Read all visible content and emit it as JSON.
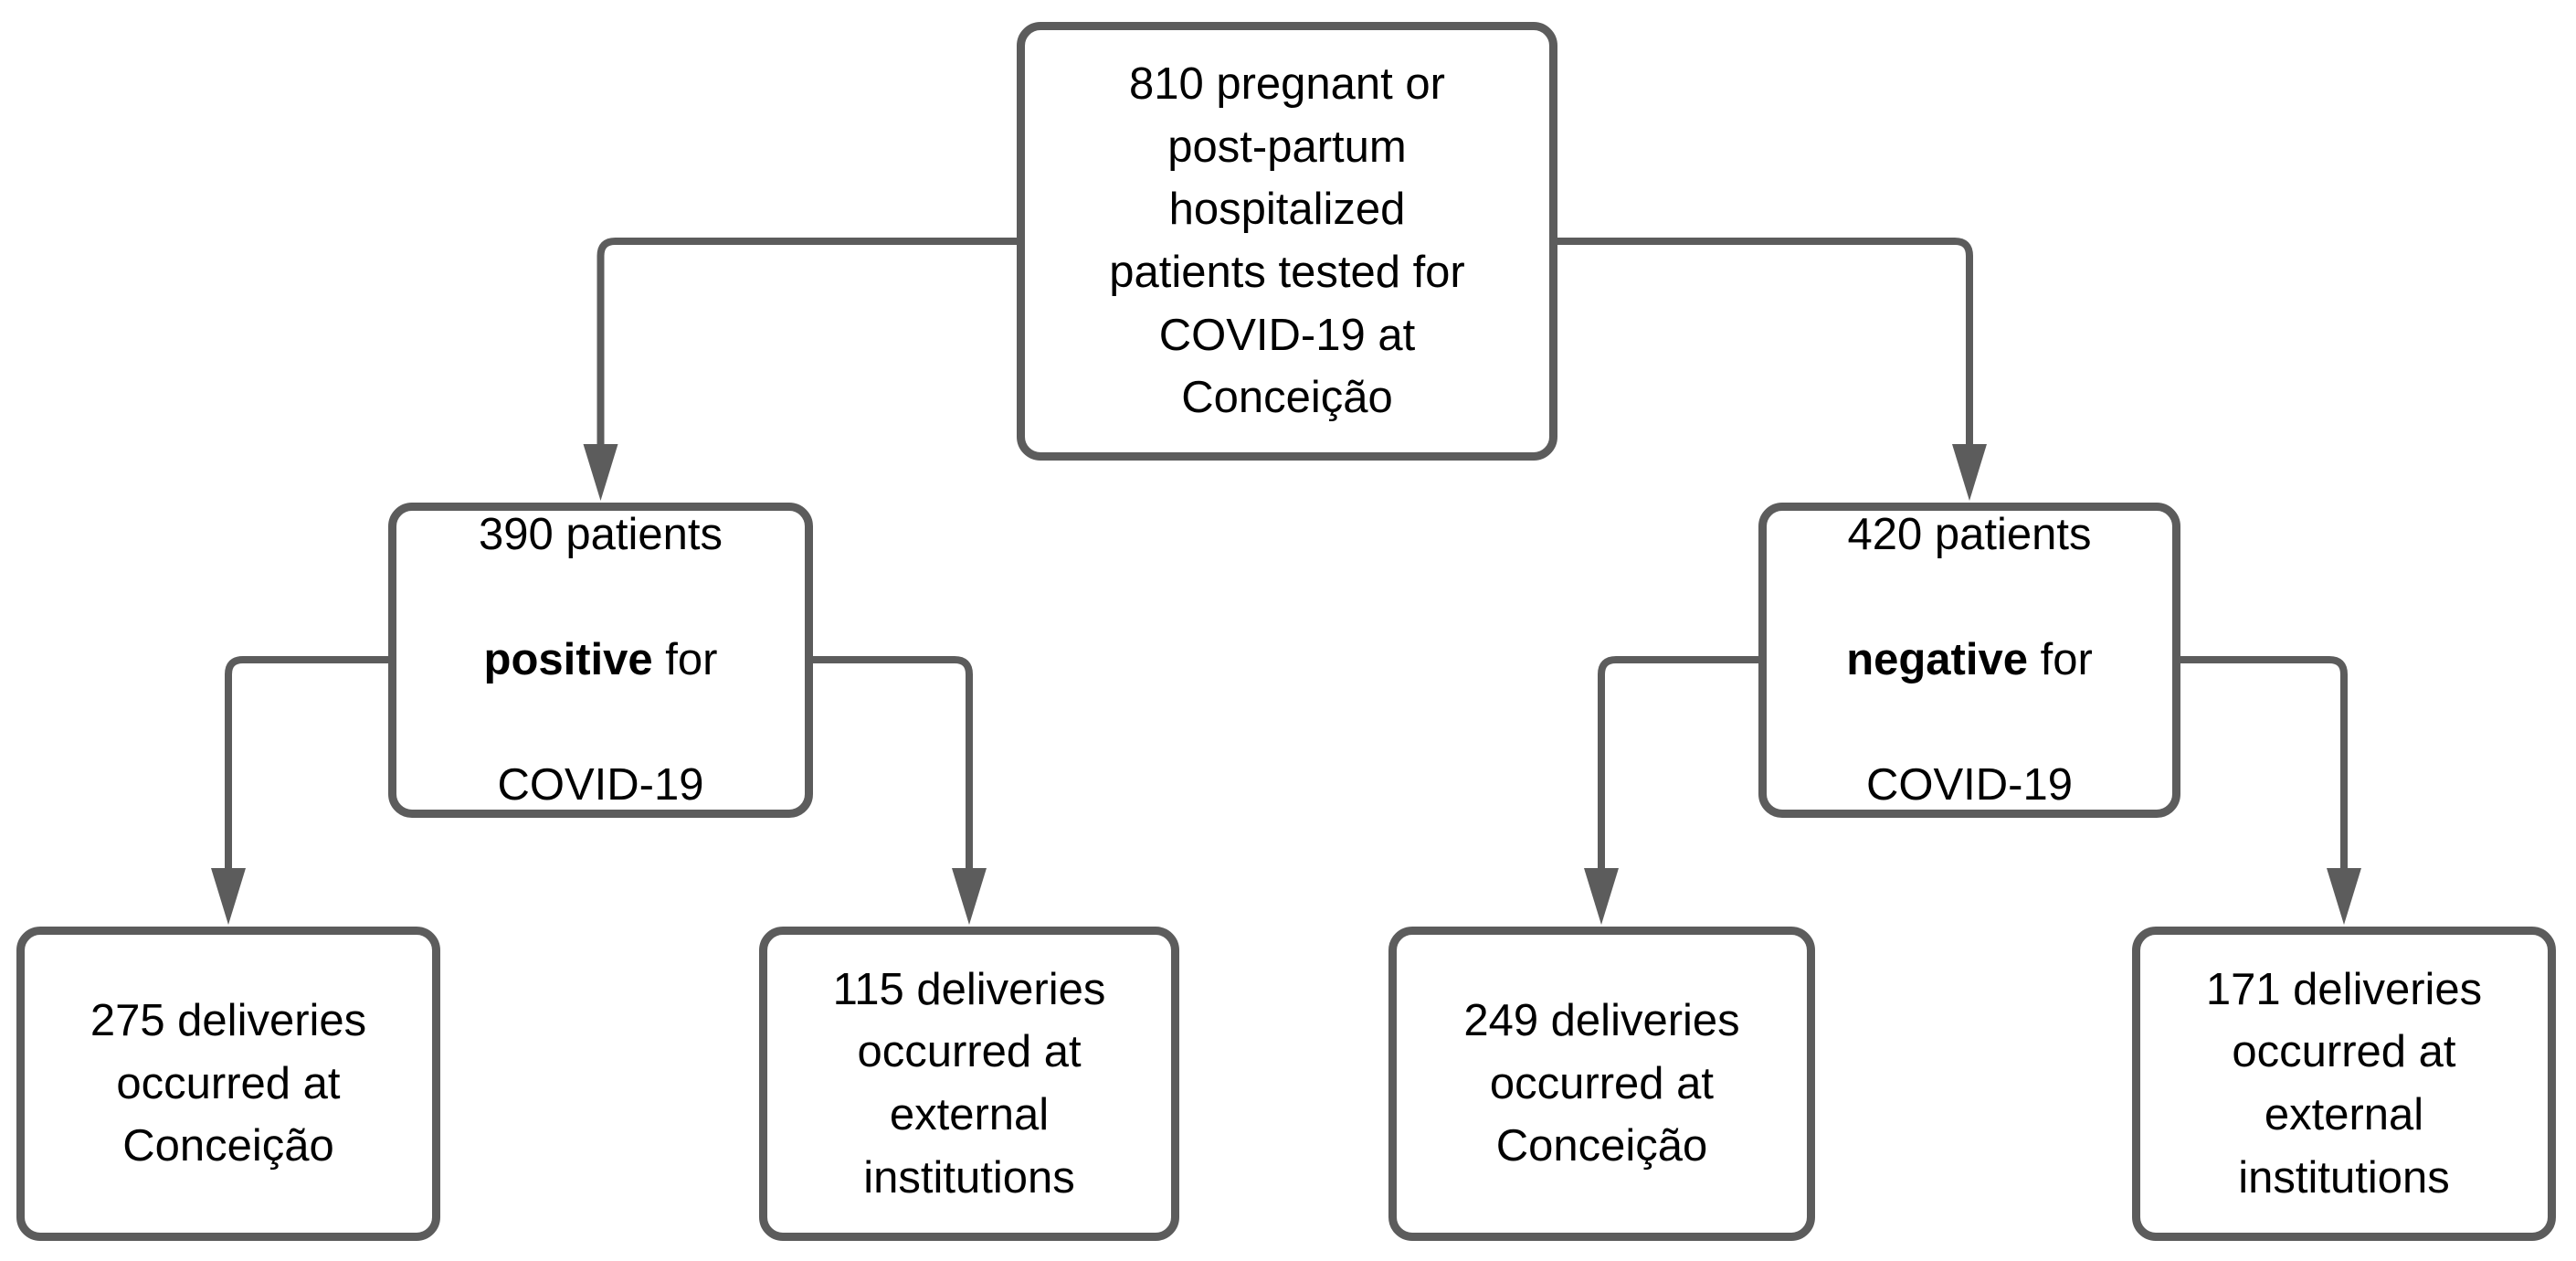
{
  "page": {
    "background": "#ffffff"
  },
  "diagram": {
    "type": "flowchart",
    "colors": {
      "box_border": "#5c5c5c",
      "box_fill": "#ffffff",
      "connector": "#5c5c5c",
      "text": "#000000"
    },
    "nodes": {
      "root": {
        "lines": [
          "810 pregnant or",
          "post-partum",
          "hospitalized",
          "patients tested for",
          "COVID-19 at",
          "Conceição"
        ]
      },
      "positive": {
        "line1": "390 patients",
        "bold": "positive",
        "after_bold": " for",
        "line2": "COVID-19"
      },
      "negative": {
        "line1": "420 patients",
        "bold": "negative",
        "after_bold": " for",
        "line2": "COVID-19"
      },
      "positive_conceicao": {
        "lines": [
          "275 deliveries",
          "occurred at",
          "Conceição"
        ]
      },
      "positive_external": {
        "lines": [
          "115 deliveries",
          "occurred at",
          "external",
          "institutions"
        ]
      },
      "negative_conceicao": {
        "lines": [
          "249 deliveries",
          "occurred at",
          "Conceição"
        ]
      },
      "negative_external": {
        "lines": [
          "171 deliveries",
          "occurred at",
          "external",
          "institutions"
        ]
      }
    },
    "counts": {
      "tested": 810,
      "positive": 390,
      "negative": 420,
      "positive_deliveries_conceicao": 275,
      "positive_deliveries_external": 115,
      "negative_deliveries_conceicao": 249,
      "negative_deliveries_external": 171
    }
  }
}
